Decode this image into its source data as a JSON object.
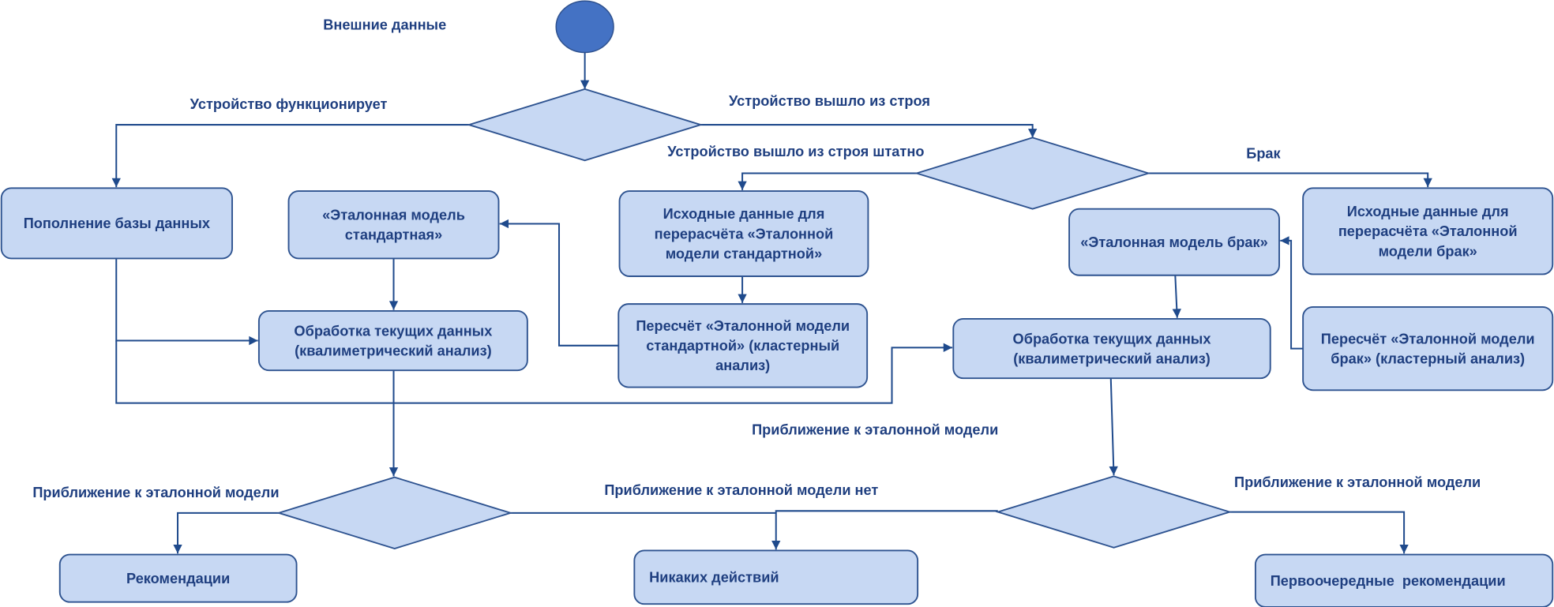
{
  "diagram": {
    "title": "Внешние данные",
    "colors": {
      "start_fill": "#4472C4",
      "node_fill": "#C7D8F3",
      "node_stroke": "#2E5390",
      "line": "#1F4A8C",
      "text": "#1F3F80"
    },
    "start": {
      "id": "start",
      "icon": "start-node-icon"
    },
    "decisions": [
      {
        "id": "d_device_state"
      },
      {
        "id": "d_failure_type"
      },
      {
        "id": "d_approx_standard"
      },
      {
        "id": "d_approx_defect"
      }
    ],
    "nodes": [
      {
        "id": "db_refill",
        "lines": [
          "Пополнение базы данных"
        ]
      },
      {
        "id": "model_std",
        "lines": [
          "«Эталонная модель",
          "стандартная»"
        ]
      },
      {
        "id": "proc_std",
        "lines": [
          "Обработка текущих данных",
          "(квалиметрический анализ)"
        ]
      },
      {
        "id": "src_std",
        "lines": [
          "Исходные данные для",
          "перерасчёта «Эталонной",
          "модели стандартной»"
        ]
      },
      {
        "id": "recalc_std",
        "lines": [
          "Пересчёт «Эталонной модели",
          "стандартной» (кластерный",
          "анализ)"
        ]
      },
      {
        "id": "model_defect",
        "lines": [
          "«Эталонная модель брак»"
        ]
      },
      {
        "id": "src_defect",
        "lines": [
          "Исходные данные для",
          "перерасчёта «Эталонной",
          "модели брак»"
        ]
      },
      {
        "id": "recalc_defect",
        "lines": [
          "Пересчёт «Эталонной модели",
          "брак» (кластерный анализ)"
        ]
      },
      {
        "id": "proc_defect",
        "lines": [
          "Обработка текущих данных",
          "(квалиметрический анализ)"
        ]
      },
      {
        "id": "recommend",
        "lines": [
          "Рекомендации"
        ]
      },
      {
        "id": "no_action",
        "lines": [
          "Никаких действий"
        ]
      },
      {
        "id": "priority_recommend",
        "lines": [
          "Первоочередные  рекомендации"
        ]
      }
    ],
    "edge_labels": [
      {
        "id": "lbl_external",
        "text": "Внешние данные"
      },
      {
        "id": "lbl_functioning",
        "text": "Устройство функционирует"
      },
      {
        "id": "lbl_failed",
        "text": "Устройство вышло из строя"
      },
      {
        "id": "lbl_failed_normal",
        "text": "Устройство вышло из строя штатно"
      },
      {
        "id": "lbl_defect",
        "text": "Брак"
      },
      {
        "id": "lbl_approx_mid",
        "text": "Приближение к эталонной модели"
      },
      {
        "id": "lbl_approx_left",
        "text": "Приближение к эталонной модели"
      },
      {
        "id": "lbl_approx_none",
        "text": "Приближение к эталонной модели нет"
      },
      {
        "id": "lbl_approx_right",
        "text": "Приближение к эталонной модели"
      }
    ],
    "edges": [
      {
        "id": "e_start_d1",
        "from": "start",
        "to": "d_device_state"
      },
      {
        "id": "e_d1_db",
        "from": "d_device_state",
        "to": "db_refill",
        "label": "lbl_functioning"
      },
      {
        "id": "e_d1_d2",
        "from": "d_device_state",
        "to": "d_failure_type",
        "label": "lbl_failed"
      },
      {
        "id": "e_d2_srcstd",
        "from": "d_failure_type",
        "to": "src_std",
        "label": "lbl_failed_normal"
      },
      {
        "id": "e_d2_srcdef",
        "from": "d_failure_type",
        "to": "src_defect",
        "label": "lbl_defect"
      },
      {
        "id": "e_db_procstd",
        "from": "db_refill",
        "to": "proc_std"
      },
      {
        "id": "e_db_procdef",
        "from": "db_refill",
        "to": "proc_defect"
      },
      {
        "id": "e_modelstd_procstd",
        "from": "model_std",
        "to": "proc_std"
      },
      {
        "id": "e_srcstd_recalcstd",
        "from": "src_std",
        "to": "recalc_std"
      },
      {
        "id": "e_recalcstd_modelstd",
        "from": "recalc_std",
        "to": "model_std"
      },
      {
        "id": "e_recalcdef_modeldef",
        "from": "recalc_defect",
        "to": "model_defect"
      },
      {
        "id": "e_modeldef_procdef",
        "from": "model_defect",
        "to": "proc_defect"
      },
      {
        "id": "e_procstd_d3",
        "from": "proc_std",
        "to": "d_approx_standard"
      },
      {
        "id": "e_procdef_d4",
        "from": "proc_defect",
        "to": "d_approx_defect"
      },
      {
        "id": "e_d3_rec",
        "from": "d_approx_standard",
        "to": "recommend",
        "label": "lbl_approx_left"
      },
      {
        "id": "e_d3_none",
        "from": "d_approx_standard",
        "to": "no_action",
        "label": "lbl_approx_none"
      },
      {
        "id": "e_d4_none",
        "from": "d_approx_defect",
        "to": "no_action"
      },
      {
        "id": "e_d4_prio",
        "from": "d_approx_defect",
        "to": "priority_recommend",
        "label": "lbl_approx_right"
      }
    ]
  }
}
